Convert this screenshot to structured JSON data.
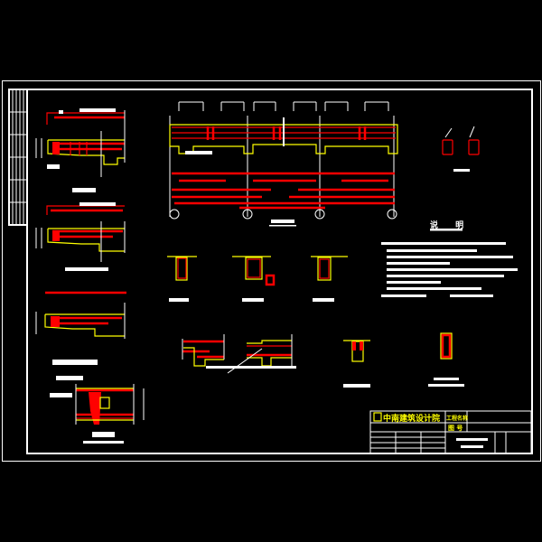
{
  "title_block": {
    "company": "中南建筑设计院",
    "project_label": "工程名称",
    "drawing_no_label": "图 号"
  },
  "notes": {
    "title": "说 明"
  },
  "colors": {
    "background": "#000000",
    "frame": "#ffffff",
    "rebar": "#ff0000",
    "concrete_outline": "#ffff00"
  }
}
